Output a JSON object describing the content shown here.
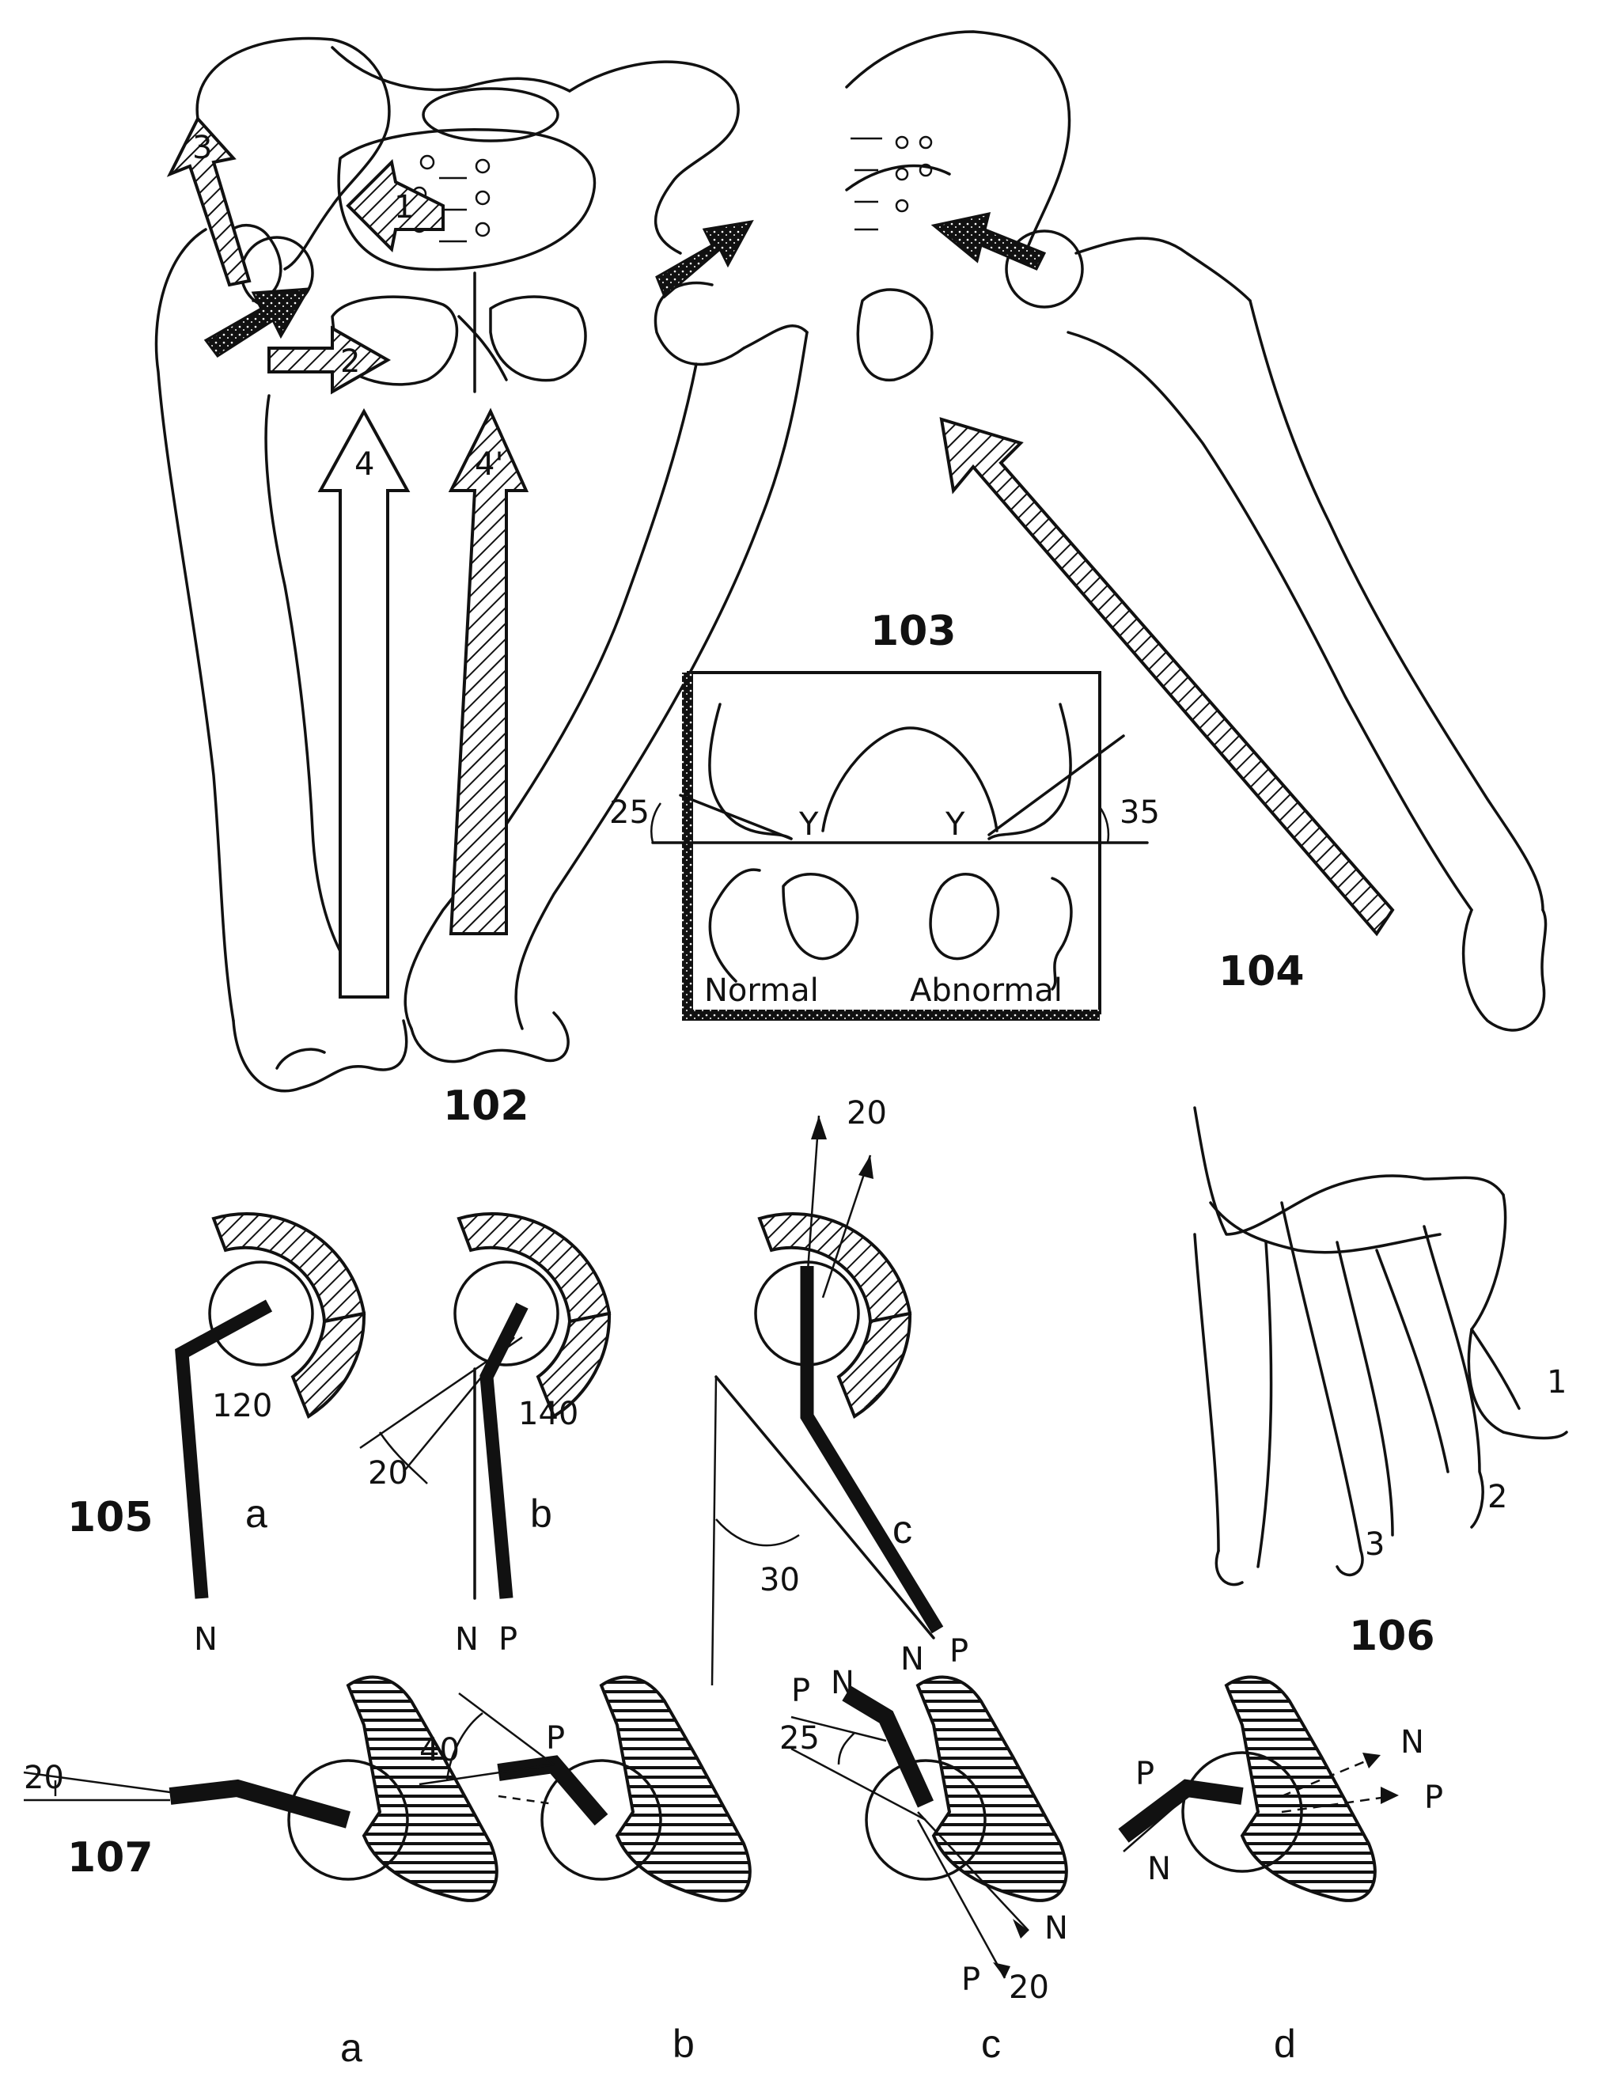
{
  "figure_labels": {
    "f102": "102",
    "f103": "103",
    "f104": "104",
    "f105": "105",
    "f106": "106",
    "f107": "107"
  },
  "fig102": {
    "arrow_numbers": [
      "1",
      "2",
      "3",
      "4",
      "4'"
    ]
  },
  "fig103": {
    "angle_left": "25",
    "angle_right": "35",
    "y_left": "Y",
    "y_right": "Y",
    "label_normal": "Normal",
    "label_abnormal": "Abnormal"
  },
  "fig105": {
    "a": {
      "letter": "a",
      "angle": "120",
      "line": "N"
    },
    "b": {
      "letter": "b",
      "angle": "140",
      "offset": "20",
      "line_n": "N",
      "line_p": "P"
    },
    "c": {
      "letter": "c",
      "top": "20",
      "angle": "30",
      "line_n": "N",
      "line_p": "P"
    }
  },
  "fig106": {
    "positions": [
      "1",
      "2",
      "3"
    ]
  },
  "fig107": {
    "a": {
      "angle": "20"
    },
    "b": {
      "angle": "40",
      "line": "P"
    },
    "c": {
      "angle": "25",
      "p_top": "P",
      "n_top": "N",
      "n_bottom": "N",
      "p_bottom": "P",
      "bottom_angle": "20"
    },
    "d": {
      "p": "P",
      "n": "N",
      "n_right": "N",
      "p_right": "P"
    },
    "letters": [
      "a",
      "b",
      "c",
      "d"
    ]
  }
}
